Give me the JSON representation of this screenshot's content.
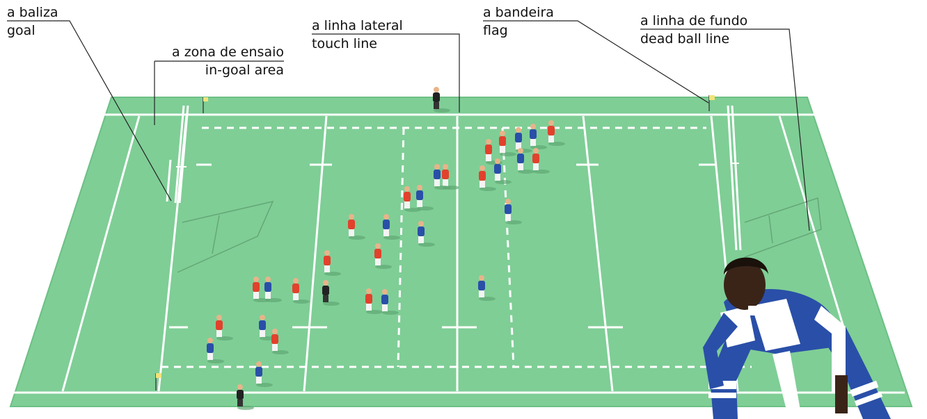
{
  "labels": [
    {
      "id": "goal",
      "pt": "a baliza",
      "en": "goal"
    },
    {
      "id": "in-goal-area",
      "pt": "a zona de ensaio",
      "en": "in-goal area"
    },
    {
      "id": "touch-line",
      "pt": "a linha lateral",
      "en": "touch line"
    },
    {
      "id": "flag",
      "pt": "a bandeira",
      "en": "flag"
    },
    {
      "id": "dead-ball-line",
      "pt": "a linha de fundo",
      "en": "dead ball line"
    }
  ],
  "colors": {
    "pitch": "#7fce96",
    "pitch_edge": "#5db57a",
    "line": "#ffffff",
    "red_team": "#e2412c",
    "blue_team": "#2a4fa8",
    "referee": "#222222",
    "flag": "#f3e27a"
  }
}
